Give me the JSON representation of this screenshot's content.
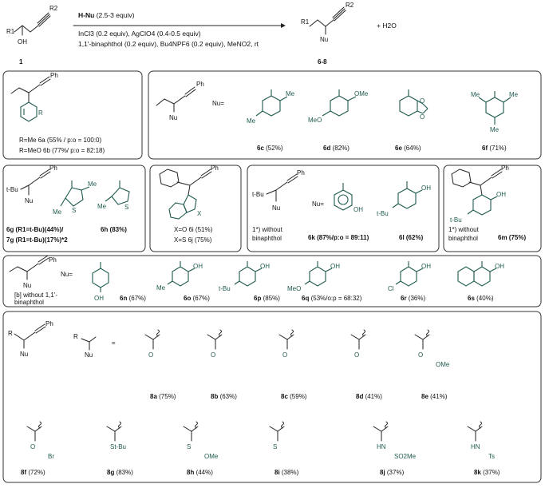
{
  "header": {
    "start_compound": "1",
    "reagent": "H-Nu",
    "reagent_equiv": "(2.5-3 equiv)",
    "line2": "InCl3 (0.2 equiv), AgClO4 (0.4-0.5 equiv)",
    "line3": "1,1'-binaphthol (0.2 equiv), Bu4NPF6 (0.2 equiv), MeNO2, rt",
    "product_compound": "6-8",
    "byproduct": "+  H2O",
    "r1": "R1",
    "r2": "R2",
    "oh": "OH",
    "nu": "Nu"
  },
  "box1": {
    "ph": "Ph",
    "r": "R",
    "line1": "R=Me 6a (55% / p:o = 100:0)",
    "line2": "R=MeO 6b (77%/ p:o = 82:18)"
  },
  "box2": {
    "ph": "Ph",
    "nu": "Nu",
    "nu_eq": "Nu=",
    "entries": [
      {
        "id": "6c",
        "yield": "(52%)",
        "subs": [
          "Me",
          "Me"
        ]
      },
      {
        "id": "6d",
        "yield": "(82%)",
        "subs": [
          "OMe",
          "MeO"
        ]
      },
      {
        "id": "6e",
        "yield": "(64%)",
        "subs": [
          "O",
          "O"
        ]
      },
      {
        "id": "6f",
        "yield": "(71%)",
        "subs": [
          "Me",
          "Me",
          "Me"
        ]
      }
    ]
  },
  "box3": {
    "ph": "Ph",
    "tbu": "t-Bu",
    "nu": "Nu",
    "me1": "Me",
    "me2": "Me",
    "me3": "Me",
    "s1": "S",
    "s2": "S",
    "caption1": "6g (R1=t-Bu)(44%)/",
    "caption2": "7g (R1=t-Bu)(17%)*2",
    "caption3": "6h (83%)"
  },
  "box4": {
    "ph": "Ph",
    "x": "X",
    "line1": "X=O    6i (51%)",
    "line2": "X=S    6j (75%)"
  },
  "box5": {
    "ph": "Ph",
    "tbu": "t-Bu",
    "nu": "Nu",
    "nu_eq": "Nu=",
    "oh1": "OH",
    "oh2": "OH",
    "tbu2": "t-Bu",
    "note1": "1*) without",
    "note2": "binaphthol",
    "cap1": "6k (87%/p:o = 89:11)",
    "cap2": "6l (62%)"
  },
  "box6": {
    "ph": "Ph",
    "oh": "OH",
    "tbu": "t-Bu",
    "note1": "1*) without",
    "note2": "binaphthol",
    "cap": "6m (75%)"
  },
  "box7": {
    "ph": "Ph",
    "nu": "Nu",
    "nu_eq": "Nu=",
    "note1": "[b] without 1,1'-",
    "note2": "binaphthol",
    "entries": [
      {
        "id": "6n",
        "yield": "(67%)",
        "subs": [
          "OH"
        ]
      },
      {
        "id": "6o",
        "yield": "(67%)",
        "subs": [
          "OH",
          "Me"
        ]
      },
      {
        "id": "6p",
        "yield": "(85%)",
        "subs": [
          "OH",
          "t-Bu"
        ]
      },
      {
        "id": "6q",
        "yield": "(53%/o:p = 68:32)",
        "subs": [
          "OH",
          "MeO"
        ]
      },
      {
        "id": "6r",
        "yield": "(36%)",
        "subs": [
          "OH",
          "Cl"
        ]
      },
      {
        "id": "6s",
        "yield": "(40%)",
        "subs": [
          "OH"
        ]
      }
    ]
  },
  "box8": {
    "ph": "Ph",
    "r": "R",
    "nu": "Nu",
    "r2": "R",
    "nu2": "Nu",
    "eq": "=",
    "entries": [
      {
        "id": "8a",
        "yield": "(75%)",
        "subs": [
          "O"
        ]
      },
      {
        "id": "8b",
        "yield": "(63%)",
        "subs": [
          "O"
        ]
      },
      {
        "id": "8c",
        "yield": "(59%)",
        "subs": [
          "O"
        ]
      },
      {
        "id": "8d",
        "yield": "(41%)",
        "subs": [
          "O"
        ]
      },
      {
        "id": "8e",
        "yield": "(41%)",
        "subs": [
          "O",
          "OMe"
        ]
      },
      {
        "id": "8f",
        "yield": "(72%)",
        "subs": [
          "O",
          "Br"
        ]
      },
      {
        "id": "8g",
        "yield": "(83%)",
        "subs": [
          "St-Bu"
        ]
      },
      {
        "id": "8h",
        "yield": "(44%)",
        "subs": [
          "S",
          "OMe"
        ]
      },
      {
        "id": "8i",
        "yield": "(38%)",
        "subs": [
          "S"
        ]
      },
      {
        "id": "8j",
        "yield": "(37%)",
        "subs": [
          "HN",
          "SO2Me"
        ]
      },
      {
        "id": "8k",
        "yield": "(37%)",
        "subs": [
          "HN",
          "Ts"
        ]
      }
    ]
  }
}
